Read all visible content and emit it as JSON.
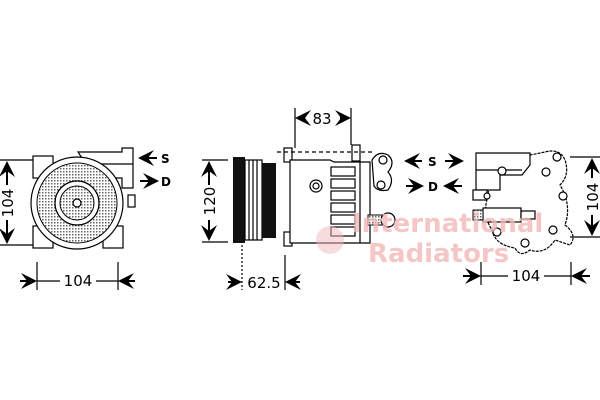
{
  "dimensions": {
    "front_height": "104",
    "front_width": "104",
    "side_height": "120",
    "side_top": "83",
    "side_bottom": "62.5",
    "rear_height": "104",
    "rear_width": "104"
  },
  "ports": {
    "suction": "S",
    "discharge": "D"
  },
  "watermark": {
    "line1": "International",
    "line2": "Radiators",
    "color": "#f2b8b8"
  }
}
